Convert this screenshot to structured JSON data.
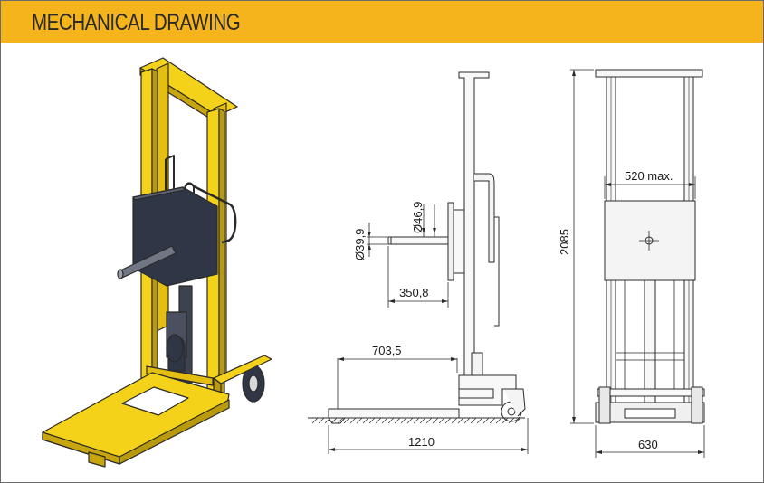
{
  "header": {
    "title": "MECHANICAL DRAWING",
    "background": "#f5b31c"
  },
  "iso_view": {
    "frame_color": "#f4d21a",
    "plate_color": "#2f3645"
  },
  "side_view": {
    "dim_fork_length": "703,5",
    "dim_total_length": "1210",
    "dim_spindle_length": "350,8",
    "dim_spindle_diameter": "Ø39,9",
    "dim_flange_diameter": "Ø46,9"
  },
  "front_view": {
    "dim_height": "2085",
    "dim_width": "630",
    "dim_plate_width": "520 max."
  }
}
